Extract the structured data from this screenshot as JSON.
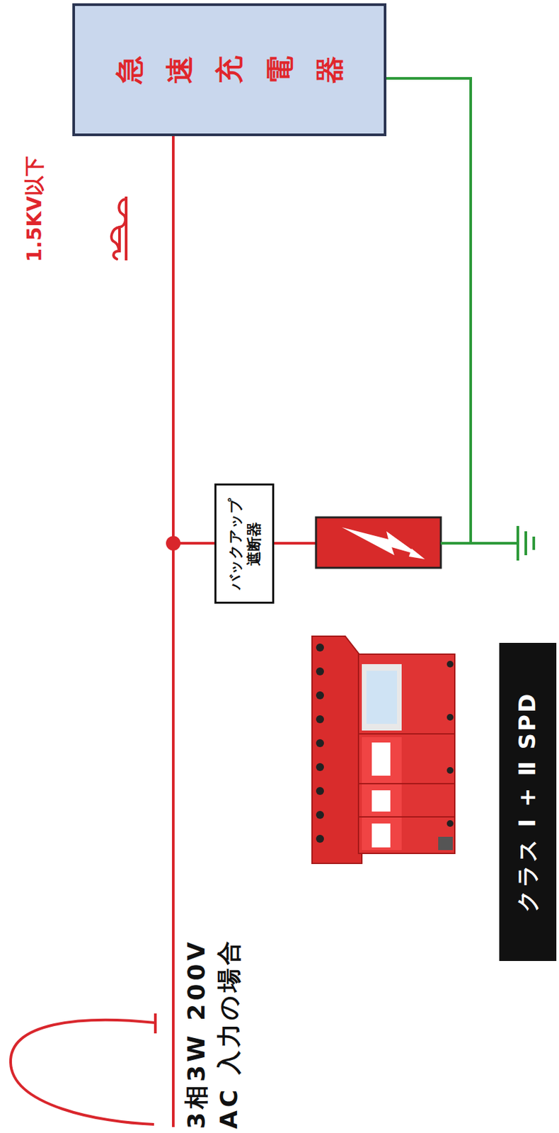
{
  "diagram": {
    "nodes": [
      {
        "text": [
          "急速充電器"
        ]
      },
      {
        "text": [
          "バックアップ 遮断器"
        ]
      },
      {
        "text": [
          "クラス Ⅰ + Ⅱ SPD"
        ]
      }
    ],
    "edges": [
      {
        "from": 0,
        "to": 1,
        "arrow": "none"
      }
    ],
    "labels": [
      "1.5KV以下",
      "3相3W 200V AC 入力の場合"
    ]
  }
}
